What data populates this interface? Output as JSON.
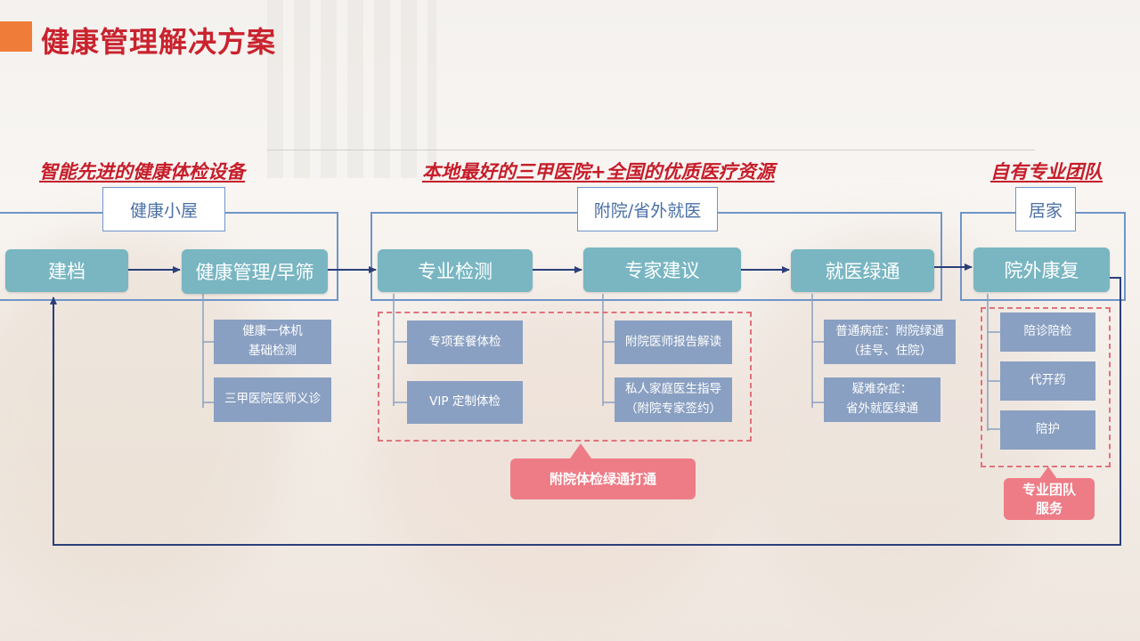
{
  "page": {
    "title": "健康管理解决方案"
  },
  "sections": [
    {
      "id": "left",
      "title": "智能先进的健康体检设备",
      "group_label": "健康小屋"
    },
    {
      "id": "middle",
      "title": "本地最好的三甲医院+全国的优质医疗资源",
      "group_label": "附院/省外就医"
    },
    {
      "id": "right",
      "title": "自有专业团队",
      "group_label": "居家"
    }
  ],
  "stages": [
    {
      "id": "jiandang",
      "label": "建档"
    },
    {
      "id": "jiankang",
      "label": "健康管理/早筛"
    },
    {
      "id": "jiance",
      "label": "专业检测"
    },
    {
      "id": "jianyi",
      "label": "专家建议"
    },
    {
      "id": "lvtong",
      "label": "就医绿通"
    },
    {
      "id": "kangfu",
      "label": "院外康复"
    }
  ],
  "substeps": {
    "jiankang": [
      {
        "line1": "健康一体机",
        "line2": "基础检测"
      },
      {
        "line1": "三甲医院医师义诊",
        "line2": ""
      }
    ],
    "jiance": [
      {
        "line1": "专项套餐体检",
        "line2": ""
      },
      {
        "line1": "VIP 定制体检",
        "line2": ""
      }
    ],
    "jianyi": [
      {
        "line1": "附院医师报告解读",
        "line2": ""
      },
      {
        "line1": "私人家庭医生指导",
        "line2": "（附院专家签约）"
      }
    ],
    "lvtong": [
      {
        "line1": "普通病症：附院绿通",
        "line2": "（挂号、住院）"
      },
      {
        "line1": "疑难杂症：",
        "line2": "省外就医绿通"
      }
    ],
    "kangfu": [
      {
        "line1": "陪诊陪检",
        "line2": ""
      },
      {
        "line1": "代开药",
        "line2": ""
      },
      {
        "line1": "陪护",
        "line2": ""
      }
    ]
  },
  "callouts": [
    {
      "id": "hospital",
      "text": "附院体检绿通打通"
    },
    {
      "id": "team",
      "line1": "专业团队",
      "line2": "服务"
    }
  ],
  "colors": {
    "title_red": "#c9232e",
    "section_red": "#c61d2a",
    "accent_orange": "#f07c3a",
    "stage_teal": "#79b6c2",
    "substep_blue": "#8aa0c2",
    "frame_blue": "#6f95c8",
    "callout_pink": "#ee7c86",
    "arrow_navy": "#2b3f7a"
  }
}
